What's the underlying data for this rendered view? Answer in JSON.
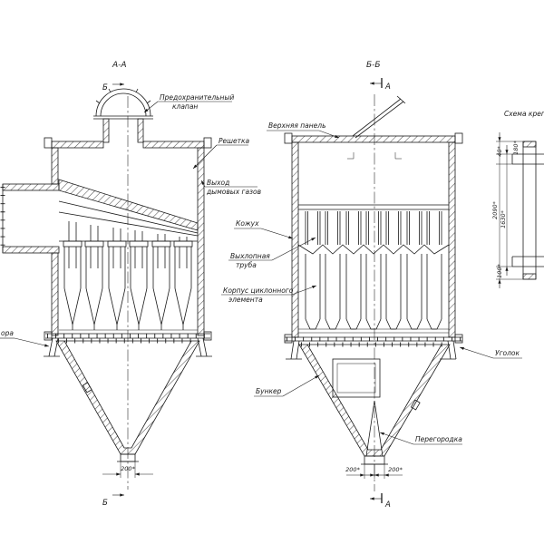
{
  "views": {
    "left": {
      "title": "А-А",
      "marker": "Б",
      "label_valve1": "Предохранительный",
      "label_valve2": "клапан",
      "label_grate": "Решетка",
      "label_exit1": "Выход",
      "label_exit2": "дымовых газов",
      "label_support": "ора",
      "dim_spout": "200*"
    },
    "right": {
      "title": "Б-Б",
      "marker": "А",
      "label_panel": "Верхняя панель",
      "label_casing": "Кожух",
      "label_pipe1": "Выхлопная",
      "label_pipe2": "труба",
      "label_body1": "Корпус циклонного",
      "label_body2": "элемента",
      "label_hopper": "Бункер",
      "label_angle": "Уголок",
      "label_partition": "Перегородка",
      "dim_left": "200*",
      "dim_right": "200*"
    },
    "scheme": {
      "title": "Схема крепления",
      "d40": "40*",
      "d180": "180*",
      "d2090": "2090*",
      "d1630": "1630*",
      "d100": "100*"
    }
  }
}
